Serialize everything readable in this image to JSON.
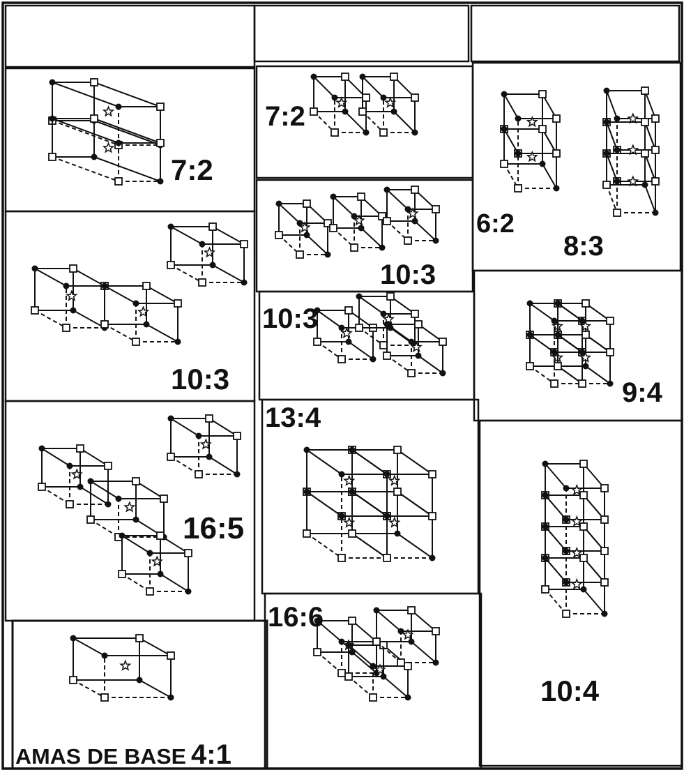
{
  "labels": {
    "c1_7_2": "7:2",
    "c2_7_2": "7:2",
    "c3_6_2": "6:2",
    "c3_8_3": "8:3",
    "c1_10_3": "10:3",
    "c2_10_3_a": "10:3",
    "c2_10_3_b": "10:3",
    "c3_9_4": "9:4",
    "c2_13_4": "13:4",
    "c1_16_5": "16:5",
    "c2_16_6": "16:6",
    "c3_10_4": "10:4",
    "base_text": "AMAS DE BASE",
    "base_ratio": "4:1"
  },
  "colors": {
    "ink": "#111111",
    "paper": "#ffffff"
  },
  "legend_glyphs": [
    "filled-circle",
    "open-square",
    "star"
  ]
}
